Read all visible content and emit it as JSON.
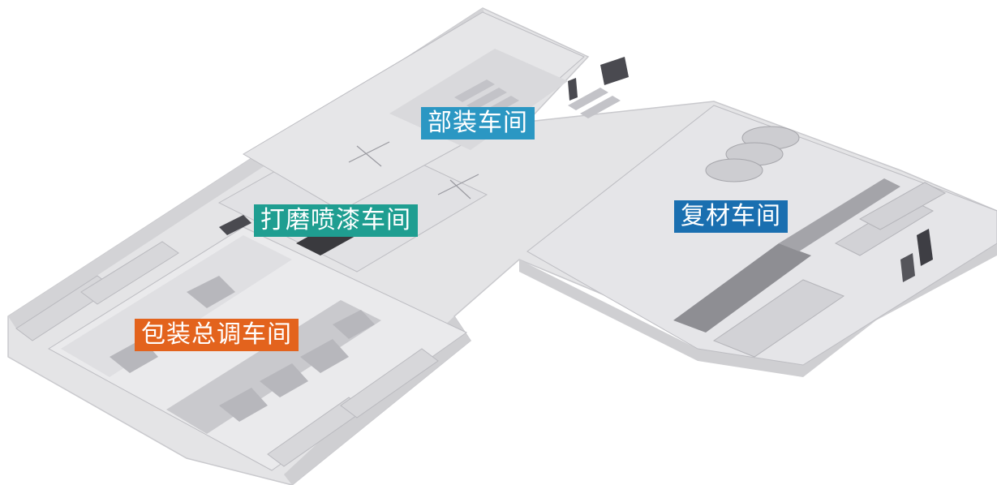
{
  "zones": [
    {
      "id": "assembly",
      "label": "部装车间",
      "color": "#2b97c3"
    },
    {
      "id": "paint",
      "label": "打磨喷漆车间",
      "color": "#1f9e91"
    },
    {
      "id": "composite",
      "label": "复材车间",
      "color": "#1a6fb0"
    },
    {
      "id": "final",
      "label": "包装总调车间",
      "color": "#e3631d"
    }
  ]
}
